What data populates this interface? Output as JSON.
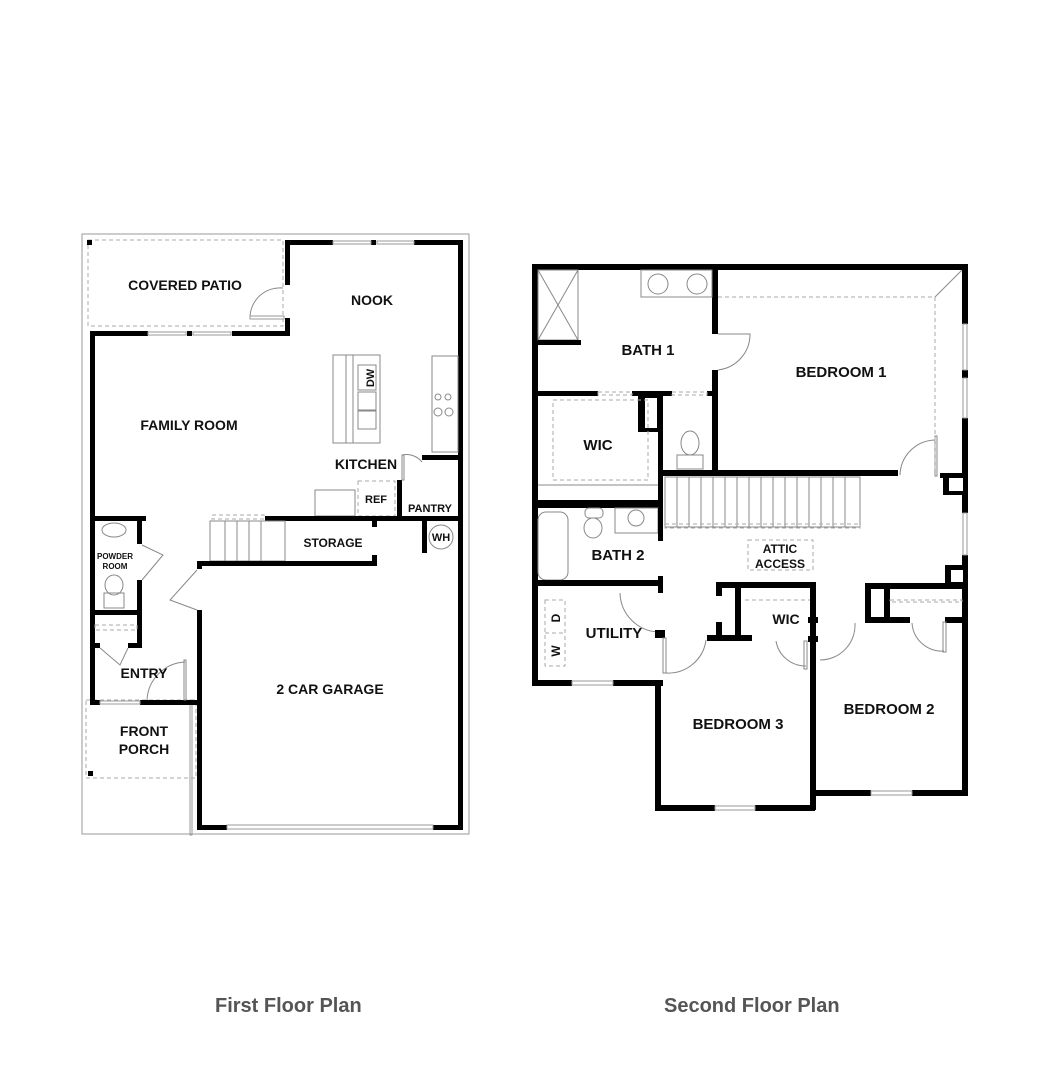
{
  "first_floor": {
    "caption": "First Floor Plan",
    "rooms": {
      "covered_patio": "COVERED PATIO",
      "nook": "NOOK",
      "family_room": "FAMILY ROOM",
      "kitchen": "KITCHEN",
      "dw": "DW",
      "ref": "REF",
      "pantry": "PANTRY",
      "storage": "STORAGE",
      "wh": "WH",
      "powder_room_1": "POWDER",
      "powder_room_2": "ROOM",
      "entry": "ENTRY",
      "front_porch_1": "FRONT",
      "front_porch_2": "PORCH",
      "garage": "2 CAR GARAGE"
    }
  },
  "second_floor": {
    "caption": "Second Floor Plan",
    "rooms": {
      "bath1": "BATH 1",
      "bedroom1": "BEDROOM 1",
      "wic_master": "WIC",
      "bath2": "BATH 2",
      "attic_1": "ATTIC",
      "attic_2": "ACCESS",
      "utility": "UTILITY",
      "washer": "W",
      "dryer": "D",
      "wic_small": "WIC",
      "bedroom3": "BEDROOM 3",
      "bedroom2": "BEDROOM 2"
    }
  }
}
